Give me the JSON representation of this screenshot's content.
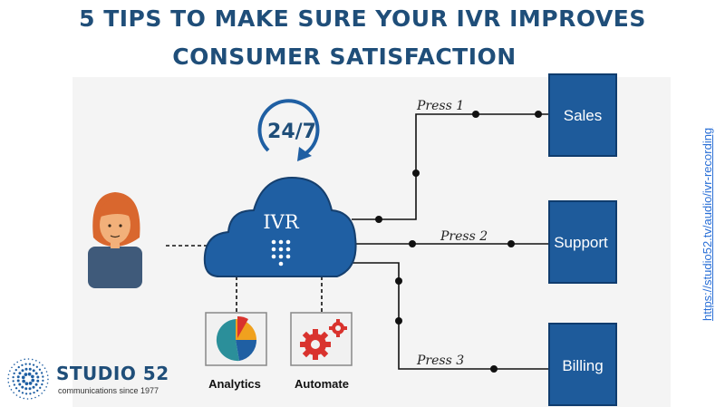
{
  "title": {
    "line1": "5 TIPS TO MAKE SURE YOUR IVR IMPROVES",
    "line2": "CONSUMER SATISFACTION"
  },
  "diagram": {
    "availability": "24/7",
    "hub_label": "IVR",
    "options": [
      {
        "press": "Press 1",
        "dest": "Sales"
      },
      {
        "press": "Press 2",
        "dest": "Support"
      },
      {
        "press": "Press 3",
        "dest": "Billing"
      }
    ],
    "tools": [
      {
        "label": "Analytics",
        "icon": "pie-chart-icon"
      },
      {
        "label": "Automate",
        "icon": "gears-icon"
      }
    ],
    "caller_icon": "person-avatar-icon"
  },
  "side_link": "https://studio52.tv/audio/ivr-recording",
  "logo": {
    "name": "STUDIO 52",
    "tagline": "communications since 1977"
  },
  "colors": {
    "title": "#1f4e79",
    "box_fill": "#1e5b9b",
    "cloud_fill": "#1f5fa3",
    "link": "#2a6fd6"
  }
}
